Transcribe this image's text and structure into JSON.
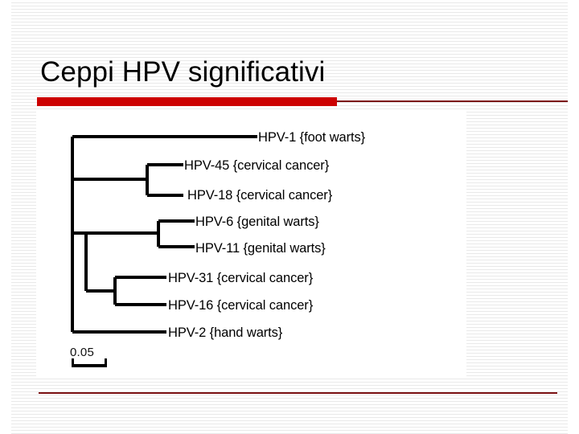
{
  "slide": {
    "title": "Ceppi HPV significativi",
    "accent_color_thick": "#cc0000",
    "accent_color_thin": "#7b1113",
    "background_color": "#ffffff"
  },
  "figure": {
    "type": "phylogenetic-tree",
    "scale_bar": {
      "label": "0.05",
      "units": "substitutions per site"
    },
    "tips": [
      {
        "id": "hpv-1",
        "name": "HPV-1",
        "disease": "{foot warts}",
        "full": "HPV-1  {foot warts}"
      },
      {
        "id": "hpv-45",
        "name": "HPV-45",
        "disease": "{cervical cancer}",
        "full": "HPV-45  {cervical cancer}"
      },
      {
        "id": "hpv-18",
        "name": "HPV-18",
        "disease": "{cervical cancer}",
        "full": "HPV-18  {cervical cancer}"
      },
      {
        "id": "hpv-6",
        "name": "HPV-6",
        "disease": "{genital warts}",
        "full": "HPV-6  {genital warts}"
      },
      {
        "id": "hpv-11",
        "name": "HPV-11",
        "disease": "{genital warts}",
        "full": "HPV-11  {genital warts}"
      },
      {
        "id": "hpv-31",
        "name": "HPV-31",
        "disease": "{cervical cancer}",
        "full": "HPV-31  {cervical cancer}"
      },
      {
        "id": "hpv-16",
        "name": "HPV-16",
        "disease": "{cervical cancer}",
        "full": "HPV-16  {cervical cancer}"
      },
      {
        "id": "hpv-2",
        "name": "HPV-2",
        "disease": "{hand warts}",
        "full": "HPV-2  {hand warts}"
      }
    ],
    "clades": [
      {
        "id": "clade-45-18",
        "members": [
          "HPV-45",
          "HPV-18"
        ]
      },
      {
        "id": "clade-6-11",
        "members": [
          "HPV-6",
          "HPV-11"
        ]
      },
      {
        "id": "clade-31-16",
        "members": [
          "HPV-31",
          "HPV-16"
        ]
      },
      {
        "id": "clade-6-11-31-16",
        "members": [
          "HPV-6",
          "HPV-11",
          "HPV-31",
          "HPV-16"
        ]
      }
    ]
  }
}
